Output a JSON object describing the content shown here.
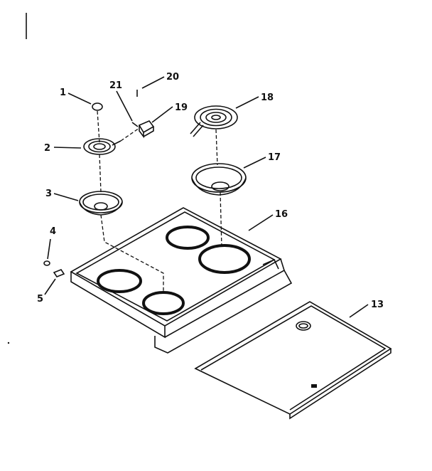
{
  "diagram": {
    "title": "",
    "part_labels": {
      "p1": "1",
      "p2": "2",
      "p3": "3",
      "p4": "4",
      "p5": "5",
      "p13": "13",
      "p16": "16",
      "p17": "17",
      "p18": "18",
      "p19": "19",
      "p20": "20",
      "p21": "21"
    },
    "colors": {
      "line": "#111111",
      "background": "#ffffff"
    }
  }
}
